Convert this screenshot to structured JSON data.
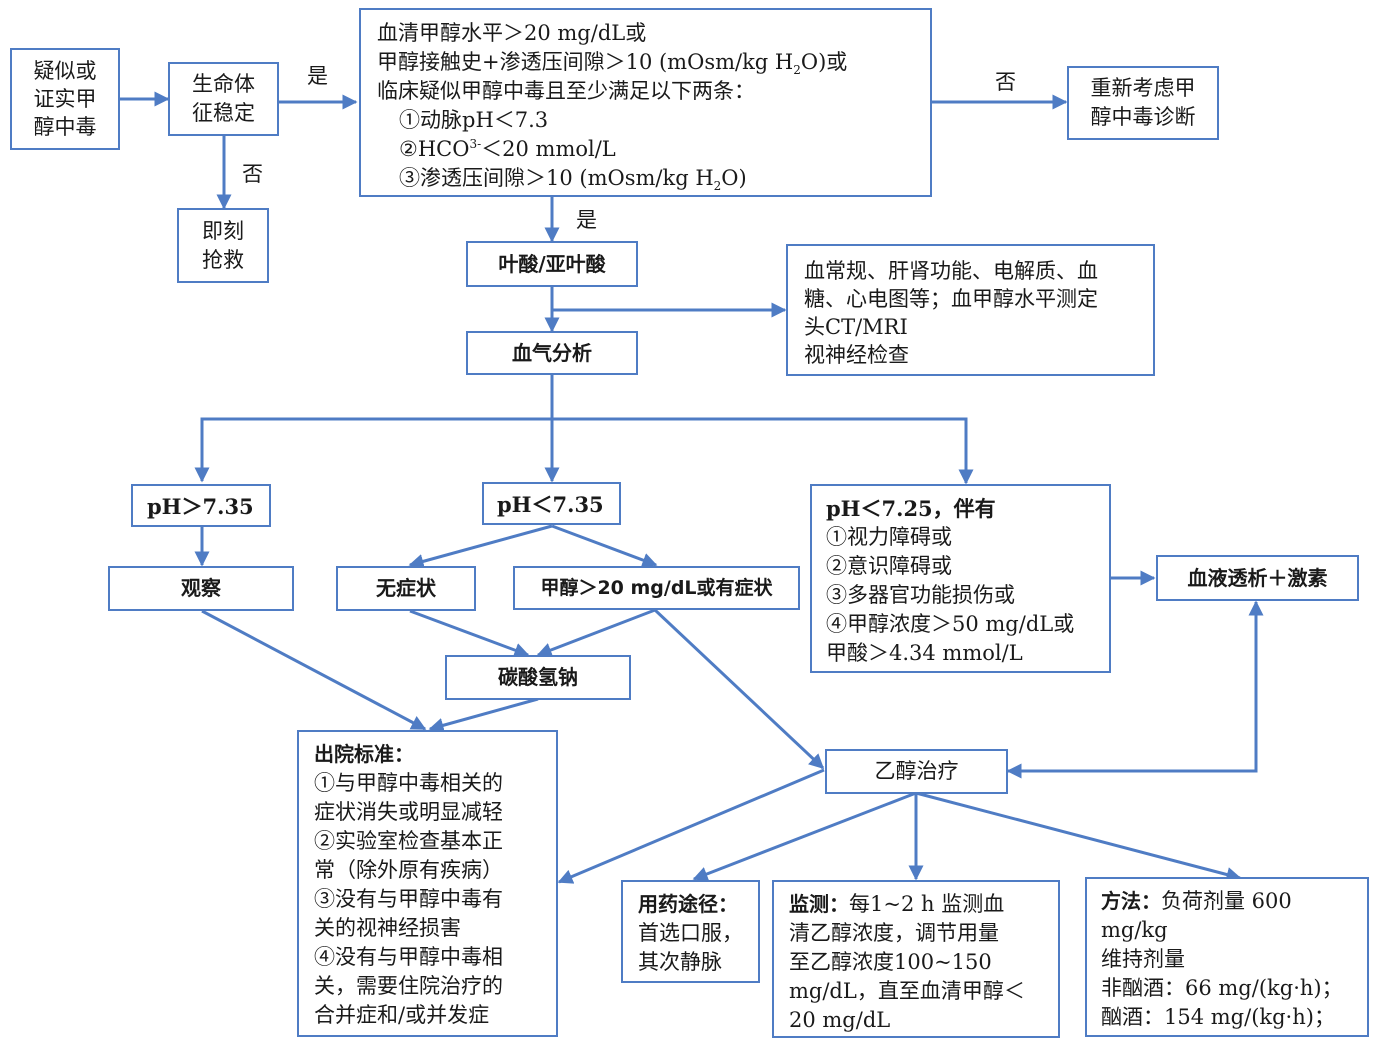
{
  "diagram": {
    "line_color": "#4f7cc4",
    "nodes": {
      "suspected": {
        "lines": [
          "疑似或",
          "证实甲",
          "醇中毒"
        ]
      },
      "vitals_stable": {
        "lines": [
          "生命体",
          "征稳定"
        ]
      },
      "rescue": {
        "lines": [
          "即刻",
          "抢救"
        ]
      },
      "criteria": {
        "line1": "血清甲醇水平＞20 mg/dL或",
        "line2_pre": "甲醇接触史+渗透压间隙＞10 (mOsm/kg H",
        "line2_sub": "2",
        "line2_post": "O)或",
        "line3": "临床疑似甲醇中毒且至少满足以下两条：",
        "item1": "①动脉pH＜7.3",
        "item2_pre": "②HCO",
        "item2_sup": "3-",
        "item2_post": "＜20 mmol/L",
        "item3_pre": "③渗透压间隙＞10 (mOsm/kg H",
        "item3_sub": "2",
        "item3_post": "O)"
      },
      "reconsider": {
        "lines": [
          "重新考虑甲",
          "醇中毒诊断"
        ]
      },
      "folic_acid": {
        "label": "叶酸/亚叶酸"
      },
      "labs": {
        "lines": [
          "血常规、肝肾功能、电解质、血",
          "糖、心电图等；血甲醇水平测定",
          "头CT/MRI",
          "视神经检查"
        ]
      },
      "blood_gas": {
        "label": "血气分析"
      },
      "ph_high": {
        "label": "pH＞7.35"
      },
      "ph_low": {
        "label": "pH＜7.35"
      },
      "ph_severe": {
        "lines": [
          "pH＜7.25，伴有",
          "①视力障碍或",
          "②意识障碍或",
          "③多器官功能损伤或",
          "④甲醇浓度＞50 mg/dL或",
          "甲酸＞4.34 mmol/L"
        ]
      },
      "observe": {
        "label": "观察"
      },
      "asymptomatic": {
        "label": "无症状"
      },
      "methanol_symptoms": {
        "label": "甲醇＞20 mg/dL或有症状"
      },
      "dialysis": {
        "label": "血液透析＋激素"
      },
      "sodium_bicarb": {
        "label": "碳酸氢钠"
      },
      "discharge": {
        "title": "出院标准：",
        "lines": [
          "①与甲醇中毒相关的",
          "症状消失或明显减轻",
          "②实验室检查基本正",
          "常（除外原有疾病）",
          "③没有与甲醇中毒有",
          "关的视神经损害",
          "④没有与甲醇中毒相",
          "关，需要住院治疗的",
          "合并症和/或并发症"
        ]
      },
      "ethanol": {
        "label": "乙醇治疗"
      },
      "route": {
        "title": "用药途径：",
        "lines": [
          "首选口服，",
          "其次静脉"
        ]
      },
      "monitor": {
        "title": "监测：",
        "first": "每1~2 h 监测血",
        "lines": [
          "清乙醇浓度，调节用量",
          "至乙醇浓度100~150",
          "mg/dL，直至血清甲醇＜",
          "20 mg/dL"
        ]
      },
      "method": {
        "title": "方法：",
        "first": "负荷剂量 600",
        "lines": [
          "mg/kg",
          "维持剂量",
          "非酗酒：66 mg/(kg·h)；",
          "酗酒：154 mg/(kg·h)；"
        ]
      }
    },
    "edge_labels": {
      "yes_vitals": "是",
      "no_vitals": "否",
      "no_criteria": "否",
      "yes_criteria": "是"
    }
  }
}
